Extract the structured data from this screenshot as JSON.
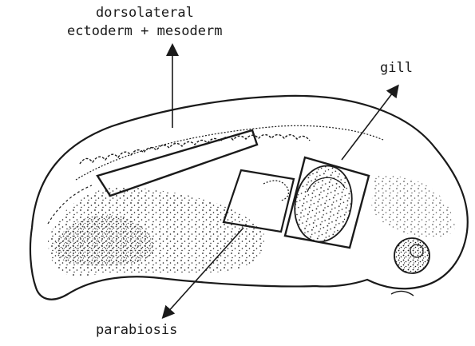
{
  "labels": {
    "dorsolateral_line1": "dorsolateral",
    "dorsolateral_line2": "ectoderm + mesoderm",
    "gill": "gill",
    "parabiosis": "parabiosis"
  },
  "colors": {
    "ink": "#1a1a1a",
    "background": "#ffffff"
  }
}
